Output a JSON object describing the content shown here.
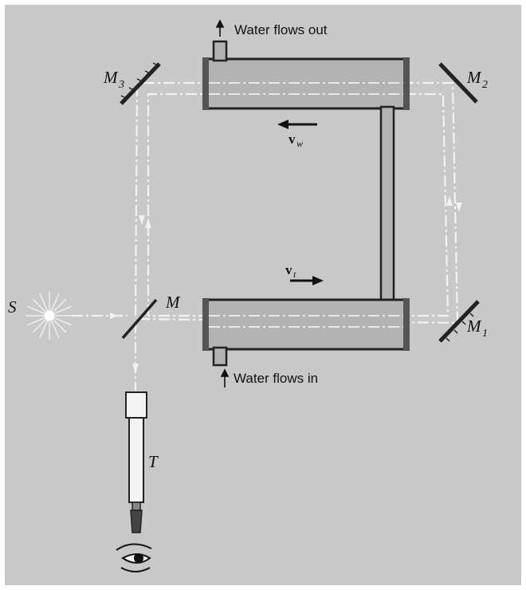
{
  "colors": {
    "background": "#c8c8c8",
    "frame": "#ffffff",
    "tube_fill": "#b3b3b3",
    "tube_stroke": "#222222",
    "light_path": "#f2f2f2",
    "ink": "#111111"
  },
  "labels": {
    "source": "S",
    "beam_splitter": "M",
    "telescope": "T",
    "mirror_1": {
      "letter": "M",
      "sub": "1"
    },
    "mirror_2": {
      "letter": "M",
      "sub": "2"
    },
    "mirror_3": {
      "letter": "M",
      "sub": "3"
    }
  },
  "annotations": {
    "water_out": "Water flows out",
    "water_in": "Water flows in"
  },
  "vectors": {
    "v_w": {
      "symbol": "v",
      "sub": "w"
    },
    "v_t": {
      "symbol": "v",
      "sub": "t"
    }
  },
  "icons": [
    "light-source-icon",
    "telescope-icon",
    "eye-icon",
    "flow-arrow-icon"
  ]
}
